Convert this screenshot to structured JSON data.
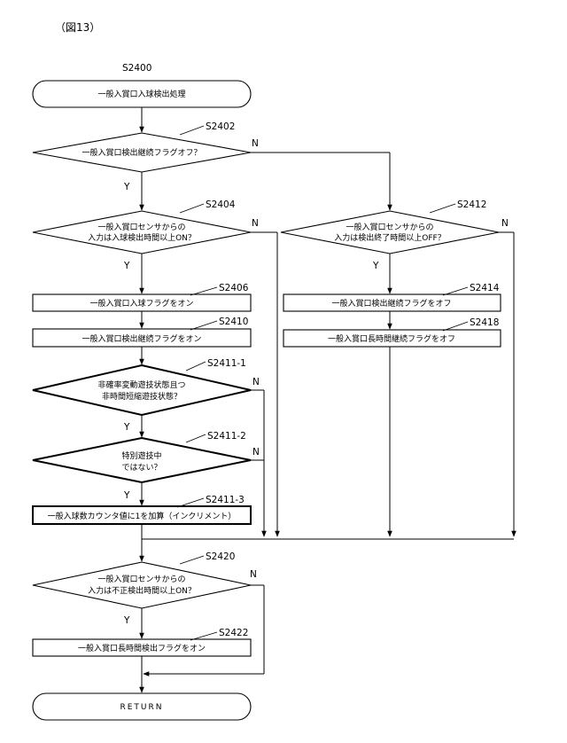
{
  "figure_label": "（図13）",
  "start": {
    "step_id": "S2400",
    "label": "一般入賞口入球検出処理"
  },
  "nodes": {
    "s2402": {
      "step_id": "S2402",
      "lines": [
        "一般入賞口検出継続フラグオフ？"
      ]
    },
    "s2404": {
      "step_id": "S2404",
      "lines": [
        "一般入賞口センサからの",
        "入力は入球検出時間以上ON？"
      ]
    },
    "s2406": {
      "step_id": "S2406",
      "label": "一般入賞口入球フラグをオン"
    },
    "s2410": {
      "step_id": "S2410",
      "label": "一般入賞口検出継続フラグをオン"
    },
    "s2411_1": {
      "step_id": "S2411-1",
      "lines": [
        "非確率変動遊技状態且つ",
        "非時間短縮遊技状態？"
      ]
    },
    "s2411_2": {
      "step_id": "S2411-2",
      "lines": [
        "特別遊技中",
        "ではない？"
      ]
    },
    "s2411_3": {
      "step_id": "S2411-3",
      "label": "一般入球数カウンタ値に1を加算（インクリメント）"
    },
    "s2412": {
      "step_id": "S2412",
      "lines": [
        "一般入賞口センサからの",
        "入力は検出終了時間以上OFF？"
      ]
    },
    "s2414": {
      "step_id": "S2414",
      "label": "一般入賞口検出継続フラグをオフ"
    },
    "s2418": {
      "step_id": "S2418",
      "label": "一般入賞口長時間継続フラグをオフ"
    },
    "s2420": {
      "step_id": "S2420",
      "lines": [
        "一般入賞口センサからの",
        "入力は不正検出時間以上ON？"
      ]
    },
    "s2422": {
      "step_id": "S2422",
      "label": "一般入賞口長時間検出フラグをオン"
    }
  },
  "end": {
    "label": "RETURN"
  },
  "branch_labels": {
    "yes": "Y",
    "no": "N"
  }
}
